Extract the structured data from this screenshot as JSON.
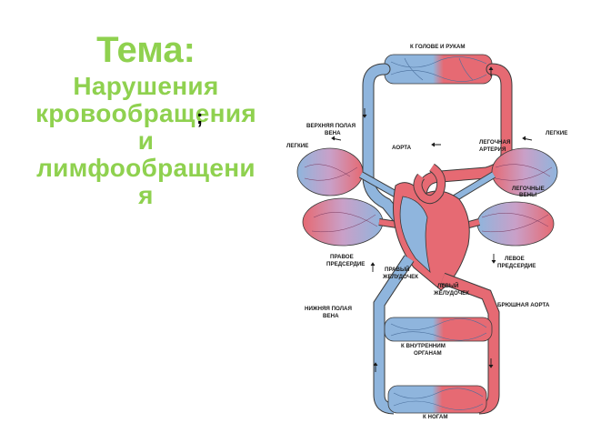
{
  "title": {
    "topic": "Тема",
    "topic_punct": ":",
    "lines": [
      "Нарушения",
      "кровообращения",
      "и",
      "лимфообращени",
      "я"
    ],
    "stray_mark": ";"
  },
  "diagram": {
    "labels": {
      "to_head": "К ГОЛОВЕ И РУКАМ",
      "superior_vena": "ВЕРХНЯЯ ПОЛАЯ",
      "superior_vena2": "ВЕНА",
      "lungs_left": "ЛЕГКИЕ",
      "aorta": "АОРТА",
      "pulm_artery": "ЛЕГОЧНАЯ",
      "pulm_artery2": "АРТЕРИЯ",
      "lungs_right": "ЛЕГКИЕ",
      "pulm_veins": "ЛЕГОЧНЫЕ",
      "pulm_veins2": "ВЕНЫ",
      "right_atrium": "ПРАВОЕ",
      "right_atrium2": "ПРЕДСЕРДИЕ",
      "right_ventricle": "ПРАВЫЙ",
      "right_ventricle2": "ЖЕЛУДОЧЕК",
      "left_atrium": "ЛЕВОЕ",
      "left_atrium2": "ПРЕДСЕРДИЕ",
      "left_ventricle": "ЛЕВЫЙ",
      "left_ventricle2": "ЖЕЛУДОЧЕК",
      "abd_aorta": "БРЮШНАЯ АОРТА",
      "inferior_vena": "НИЖНЯЯ ПОЛАЯ",
      "inferior_vena2": "ВЕНА",
      "to_organs": "К ВНУТРЕННИМ",
      "to_organs2": "ОРГАНАМ",
      "to_legs": "К НОГАМ"
    },
    "colors": {
      "venous": "#8fb5dd",
      "arterial": "#e66a73",
      "outline": "#3a3a3a"
    }
  }
}
